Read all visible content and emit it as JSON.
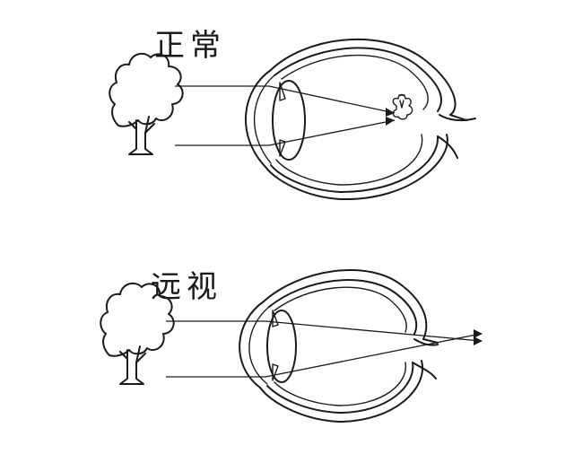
{
  "panels": [
    {
      "id": "normal",
      "label": "正常"
    },
    {
      "id": "myopia",
      "label": "远视"
    }
  ],
  "icons": [
    "tree-icon",
    "eyeball-icon",
    "lens-icon",
    "image-focus-icon",
    "light-ray-arrow"
  ],
  "colors": {
    "ink": "#1a1a1a",
    "background": "#ffffff"
  }
}
